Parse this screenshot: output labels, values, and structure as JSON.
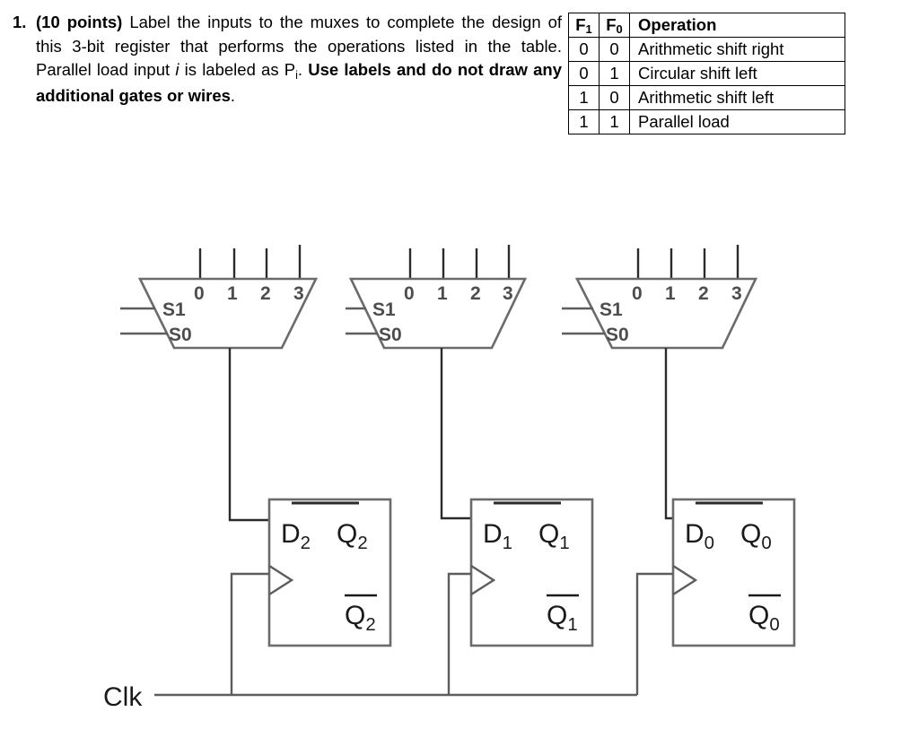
{
  "question": {
    "number": "1.",
    "points_label": "(10 points)",
    "body_part1": " Label the inputs to the muxes to complete the design of this 3-bit register that performs the operations listed in the table. Parallel load input ",
    "italic_i": "i",
    "body_part2": " is labeled as P",
    "subscript_i": "i",
    "body_part3": ". ",
    "bold_tail": "Use labels and do not draw any additional gates or wires",
    "period": "."
  },
  "truth_table": {
    "headers": [
      "F₁",
      "F₀",
      "Operation"
    ],
    "header_f1_base": "F",
    "header_f1_sub": "1",
    "header_f0_base": "F",
    "header_f0_sub": "0",
    "header_operation": "Operation",
    "rows": [
      {
        "f1": "0",
        "f0": "0",
        "operation": "Arithmetic shift right"
      },
      {
        "f1": "0",
        "f0": "1",
        "operation": "Circular shift left"
      },
      {
        "f1": "1",
        "f0": "0",
        "operation": "Arithmetic shift left"
      },
      {
        "f1": "1",
        "f0": "1",
        "operation": "Parallel load"
      }
    ]
  },
  "diagram": {
    "clk_label": "Clk",
    "muxes": [
      {
        "id": "mux-2",
        "input_labels": [
          "0",
          "1",
          "2",
          "3"
        ],
        "select_labels": [
          "S1",
          "S0"
        ]
      },
      {
        "id": "mux-1",
        "input_labels": [
          "0",
          "1",
          "2",
          "3"
        ],
        "select_labels": [
          "S1",
          "S0"
        ]
      },
      {
        "id": "mux-0",
        "input_labels": [
          "0",
          "1",
          "2",
          "3"
        ],
        "select_labels": [
          "S1",
          "S0"
        ]
      }
    ],
    "flipflops": [
      {
        "id": "ff-2",
        "d_base": "D",
        "d_sub": "2",
        "q_base": "Q",
        "q_sub": "2",
        "qbar_base": "Q",
        "qbar_sub": "2"
      },
      {
        "id": "ff-1",
        "d_base": "D",
        "d_sub": "1",
        "q_base": "Q",
        "q_sub": "1",
        "qbar_base": "Q",
        "qbar_sub": "1"
      },
      {
        "id": "ff-0",
        "d_base": "D",
        "d_sub": "0",
        "q_base": "Q",
        "q_sub": "0",
        "qbar_base": "Q",
        "qbar_sub": "0"
      }
    ]
  },
  "colors": {
    "wire": "#5d5d5d",
    "wire_dark": "#2b2b2b",
    "outline": "#6b6b6b",
    "text": "#1a1a1a",
    "mux_text": "#4d4d4d",
    "table_border": "#000000"
  }
}
